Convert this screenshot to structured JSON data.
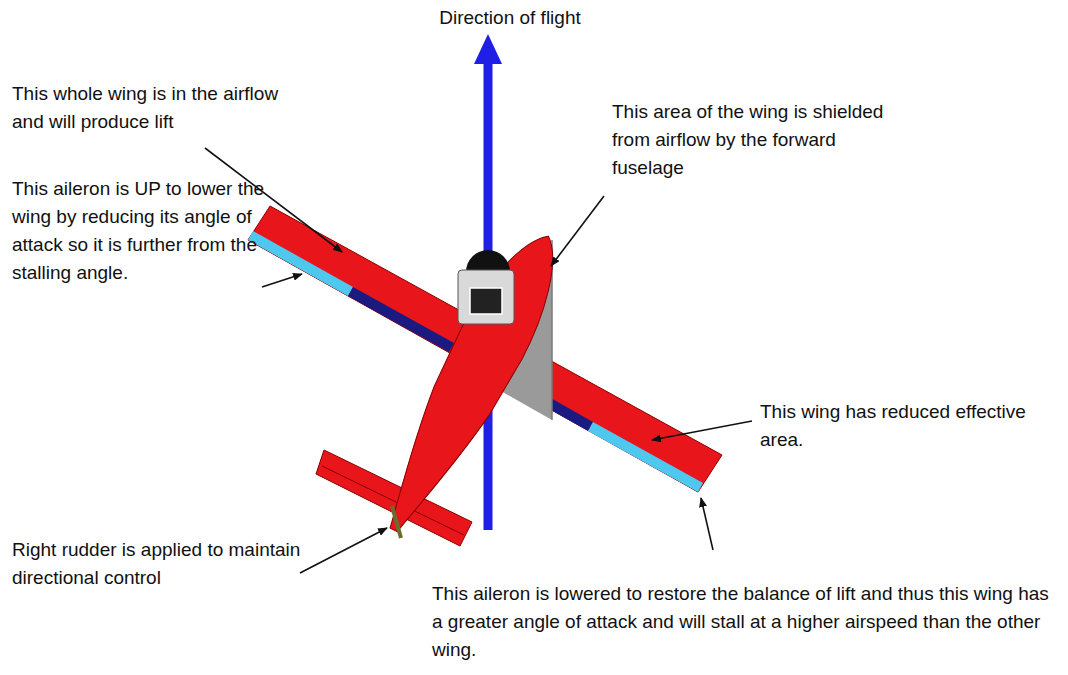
{
  "diagram": {
    "labels": [
      "Direction of flight",
      "This whole wing is in the airflow and will produce lift",
      "This area of the wing is shielded from airflow by the forward fuselage",
      "This aileron is UP to lower the wing by reducing its angle of attack so it is further from the stalling angle.",
      "This wing  has reduced effective area.",
      "Right rudder is applied to maintain directional control",
      "This aileron is lowered to restore the balance of lift and thus this wing has a greater angle of attack and will stall at a higher airspeed than the other wing."
    ]
  }
}
